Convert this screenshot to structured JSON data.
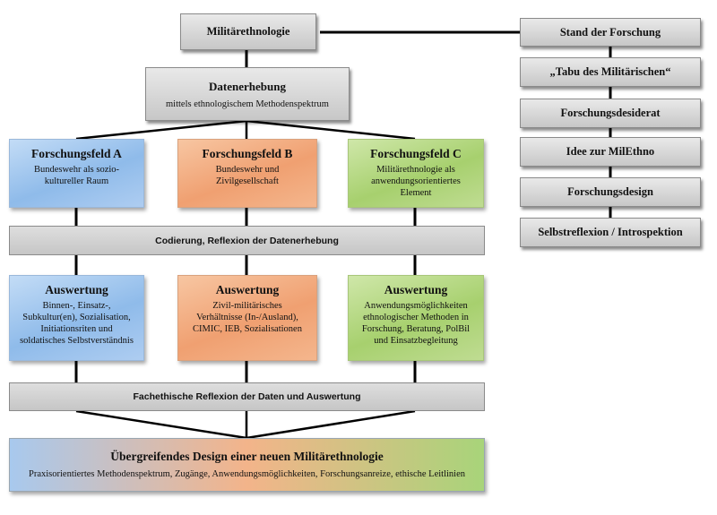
{
  "top": {
    "title": "Militärethnologie"
  },
  "datenerhebung": {
    "title": "Datenerhebung",
    "subtitle": "mittels ethnologischem Methodenspektrum"
  },
  "fields": [
    {
      "title": "Forschungsfeld A",
      "desc": "Bundeswehr als sozio-\nkultureller Raum",
      "color": "#8fbbea"
    },
    {
      "title": "Forschungsfeld B",
      "desc": "Bundeswehr und\nZivilgesellschaft",
      "color": "#f0a071"
    },
    {
      "title": "Forschungsfeld C",
      "desc": "Militärethnologie als\nanwendungsorientiertes\nElement",
      "color": "#a7d06e"
    }
  ],
  "codierung": {
    "label": "Codierung, Reflexion der Datenerhebung"
  },
  "auswertung": [
    {
      "title": "Auswertung",
      "desc": "Binnen-, Einsatz-,\nSubkultur(en), Sozialisation,\nInitiationsriten und\nsoldatisches Selbstverständnis"
    },
    {
      "title": "Auswertung",
      "desc": "Zivil-militärisches\nVerhältnisse (In-/Ausland),\nCIMIC, IEB, Sozialisationen"
    },
    {
      "title": "Auswertung",
      "desc": "Anwendungsmöglichkeiten\nethnologischer Methoden in\nForschung, Beratung, PolBil\nund Einsatzbegleitung"
    }
  ],
  "fachethische": {
    "label": "Fachethische Reflexion der Daten und Auswertung"
  },
  "final": {
    "title": "Übergreifendes Design einer neuen Militärethnologie",
    "desc": "Praxisorientiertes Methodenspektrum, Zugänge, Anwendungsmöglichkeiten, Forschungsanreize, ethische Leitlinien"
  },
  "right_chain": [
    "Stand der Forschung",
    "„Tabu des Militärischen“",
    "Forschungsdesiderat",
    "Idee zur MilEthno",
    "Forschungsdesign",
    "Selbstreflexion / Introspektion"
  ]
}
